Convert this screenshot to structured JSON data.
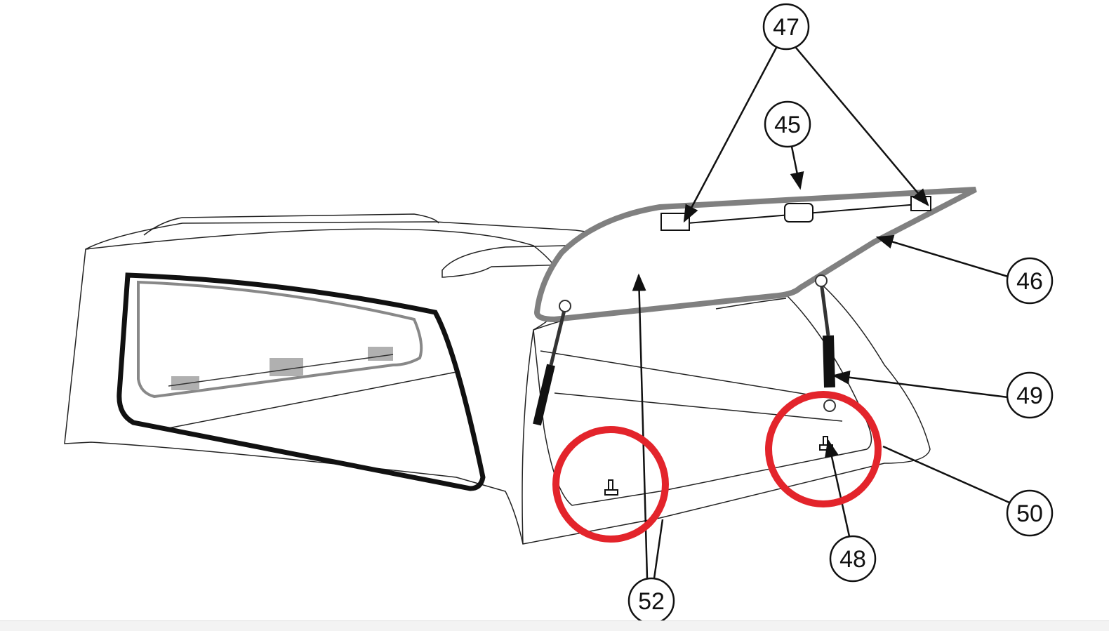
{
  "diagram": {
    "callouts": [
      {
        "id": "c47",
        "label": "47"
      },
      {
        "id": "c45",
        "label": "45"
      },
      {
        "id": "c46",
        "label": "46"
      },
      {
        "id": "c49",
        "label": "49"
      },
      {
        "id": "c50",
        "label": "50"
      },
      {
        "id": "c48",
        "label": "48"
      },
      {
        "id": "c52",
        "label": "52"
      }
    ],
    "colors": {
      "line": "#111111",
      "highlight": "#e3242b",
      "seal": "#808080",
      "pad": "#b0b0b0"
    }
  }
}
